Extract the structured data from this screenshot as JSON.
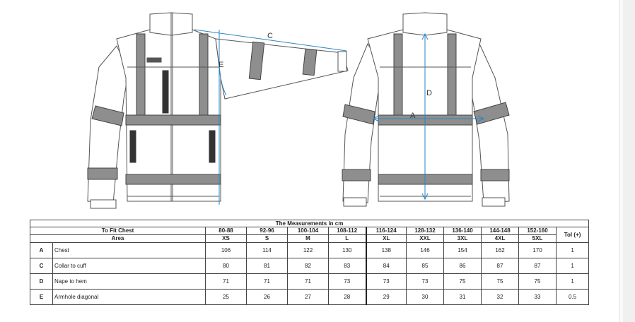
{
  "dimension_labels": {
    "c": "C",
    "e": "E",
    "d": "D",
    "a": "A"
  },
  "table": {
    "title": "The Measurements in cm",
    "fit_label": "To Fit Chest",
    "area_label": "Area",
    "tol_label": "Tol (+)",
    "fit_ranges": [
      "80-88",
      "92-96",
      "100-104",
      "108-112",
      "116-124",
      "128-132",
      "136-140",
      "144-148",
      "152-160"
    ],
    "sizes": [
      "XS",
      "S",
      "M",
      "L",
      "XL",
      "XXL",
      "3XL",
      "4XL",
      "5XL"
    ],
    "rows": [
      {
        "code": "A",
        "name": "Chest",
        "values": [
          "106",
          "114",
          "122",
          "130",
          "138",
          "146",
          "154",
          "162",
          "170"
        ],
        "tol": "1"
      },
      {
        "code": "C",
        "name": "Collar to cuff",
        "values": [
          "80",
          "81",
          "82",
          "83",
          "84",
          "85",
          "86",
          "87",
          "87"
        ],
        "tol": "1"
      },
      {
        "code": "D",
        "name": "Nape to hem",
        "values": [
          "71",
          "71",
          "71",
          "73",
          "73",
          "73",
          "75",
          "75",
          "75"
        ],
        "tol": "1"
      },
      {
        "code": "E",
        "name": "Armhole diagonal",
        "values": [
          "25",
          "26",
          "27",
          "28",
          "29",
          "30",
          "31",
          "32",
          "33"
        ],
        "tol": "0.5"
      }
    ]
  },
  "colors": {
    "line": "#555555",
    "tape": "#8e8e8e",
    "tape_dark": "#3a3a3a",
    "measure": "#2a86c2",
    "fill": "#ffffff"
  },
  "icons": [
    "scrollbar"
  ]
}
